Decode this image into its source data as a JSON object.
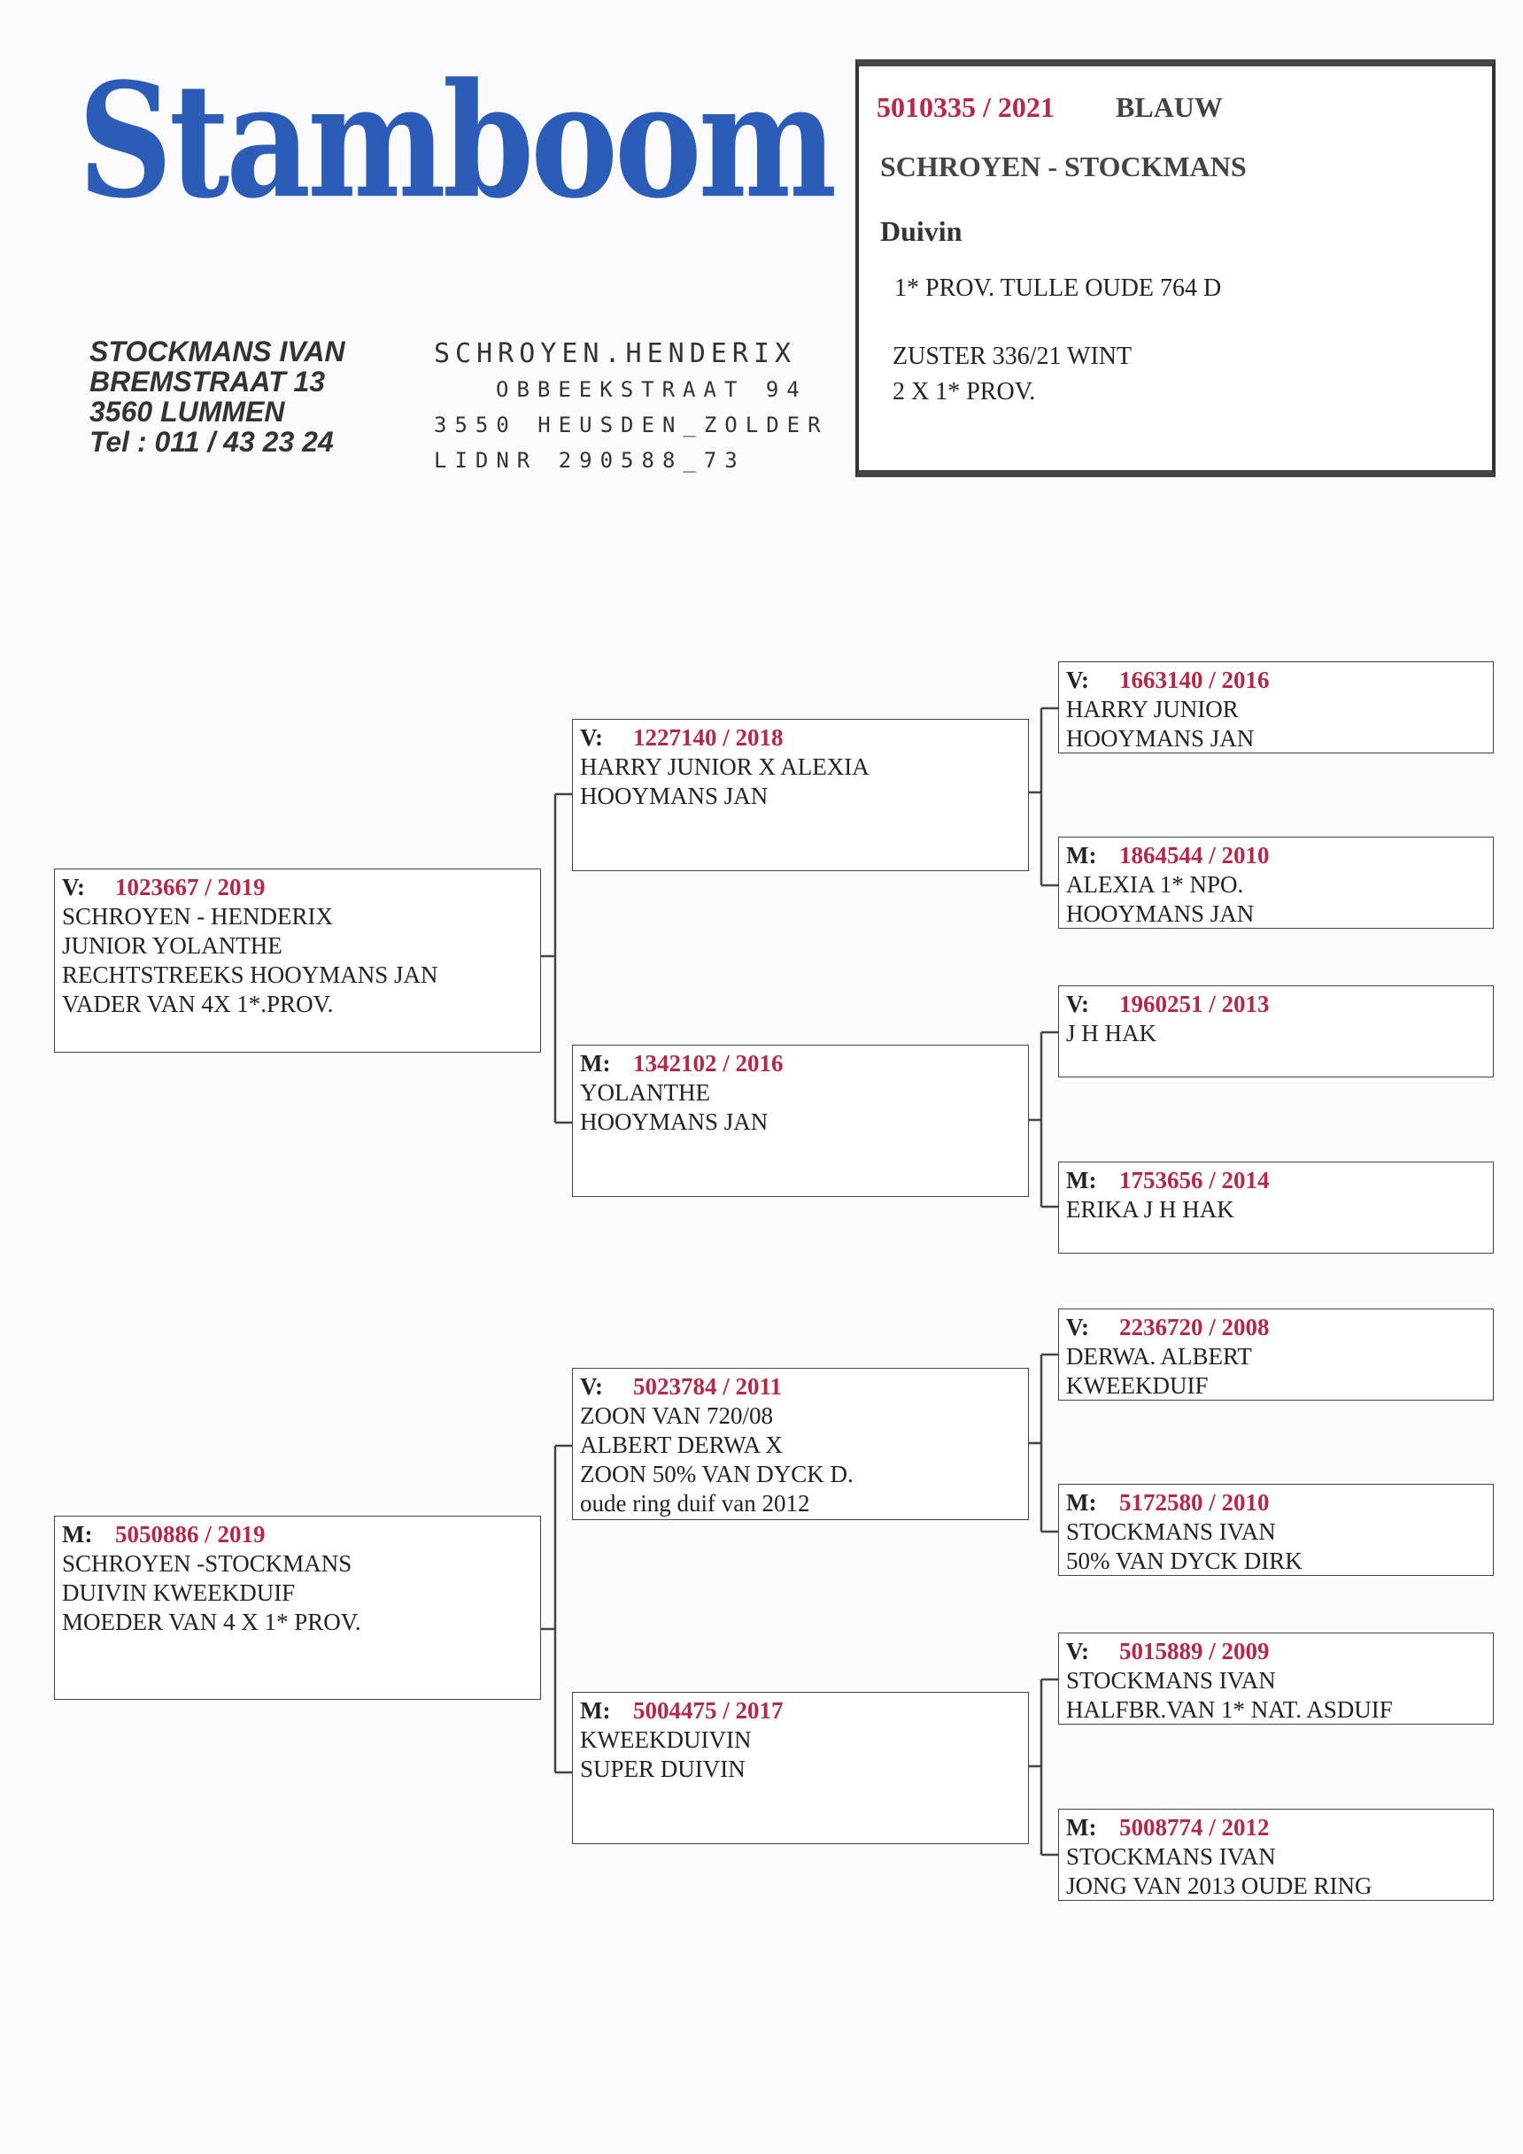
{
  "logo": "Stamboom",
  "header": {
    "ring": "5010335 / 2021",
    "color": "BLAUW",
    "owner": "SCHROYEN - STOCKMANS",
    "sex": "Duivin",
    "note1": "1* PROV. TULLE OUDE 764 D",
    "note2": "ZUSTER  336/21 WINT",
    "note3": "2 X 1* PROV."
  },
  "contact_left": [
    "STOCKMANS IVAN",
    "BREMSTRAAT 13",
    "3560 LUMMEN",
    "Tel : 011 / 43 23 24"
  ],
  "contact_right": [
    "SCHROYEN.HENDERIX",
    "OBBEEKSTRAAT  94",
    "3550 HEUSDEN_ZOLDER",
    "LIDNR 290588_73"
  ],
  "pedigree": [
    {
      "label": "V:",
      "ring": "1023667 / 2019",
      "lines": [
        "SCHROYEN - HENDERIX",
        "JUNIOR YOLANTHE",
        "RECHTSTREEKS HOOYMANS JAN",
        "VADER VAN 4X 1*.PROV."
      ]
    },
    {
      "label": "M:",
      "ring": "5050886 / 2019",
      "lines": [
        "SCHROYEN -STOCKMANS",
        "DUIVIN KWEEKDUIF",
        "MOEDER VAN 4 X 1* PROV."
      ]
    },
    {
      "label": "V:",
      "ring": "1227140 / 2018",
      "lines": [
        "HARRY JUNIOR X ALEXIA",
        "HOOYMANS JAN"
      ]
    },
    {
      "label": "M:",
      "ring": "1342102 / 2016",
      "lines": [
        "YOLANTHE",
        "HOOYMANS JAN"
      ]
    },
    {
      "label": "V:",
      "ring": "5023784 / 2011",
      "lines": [
        "ZOON VAN 720/08",
        "ALBERT DERWA  X",
        "ZOON 50% VAN DYCK D.",
        "oude ring duif van 2012"
      ]
    },
    {
      "label": "M:",
      "ring": "5004475 / 2017",
      "lines": [
        "KWEEKDUIVIN",
        "SUPER DUIVIN"
      ]
    },
    {
      "label": "V:",
      "ring": "1663140 / 2016",
      "lines": [
        "HARRY JUNIOR",
        "HOOYMANS JAN"
      ]
    },
    {
      "label": "M:",
      "ring": "1864544 / 2010",
      "lines": [
        "ALEXIA 1* NPO.",
        "HOOYMANS JAN"
      ]
    },
    {
      "label": "V:",
      "ring": "1960251 / 2013",
      "lines": [
        "J H HAK"
      ]
    },
    {
      "label": "M:",
      "ring": "1753656 / 2014",
      "lines": [
        "ERIKA J H HAK"
      ]
    },
    {
      "label": "V:",
      "ring": "2236720 / 2008",
      "lines": [
        "DERWA. ALBERT",
        "KWEEKDUIF"
      ]
    },
    {
      "label": "M:",
      "ring": "5172580 / 2010",
      "lines": [
        "STOCKMANS IVAN",
        "50% VAN DYCK DIRK"
      ]
    },
    {
      "label": "V:",
      "ring": "5015889 / 2009",
      "lines": [
        "STOCKMANS IVAN",
        "HALFBR.VAN 1* NAT. ASDUIF"
      ]
    },
    {
      "label": "M:",
      "ring": "5008774 / 2012",
      "lines": [
        "STOCKMANS IVAN",
        "JONG VAN 2013 OUDE RING"
      ]
    }
  ]
}
